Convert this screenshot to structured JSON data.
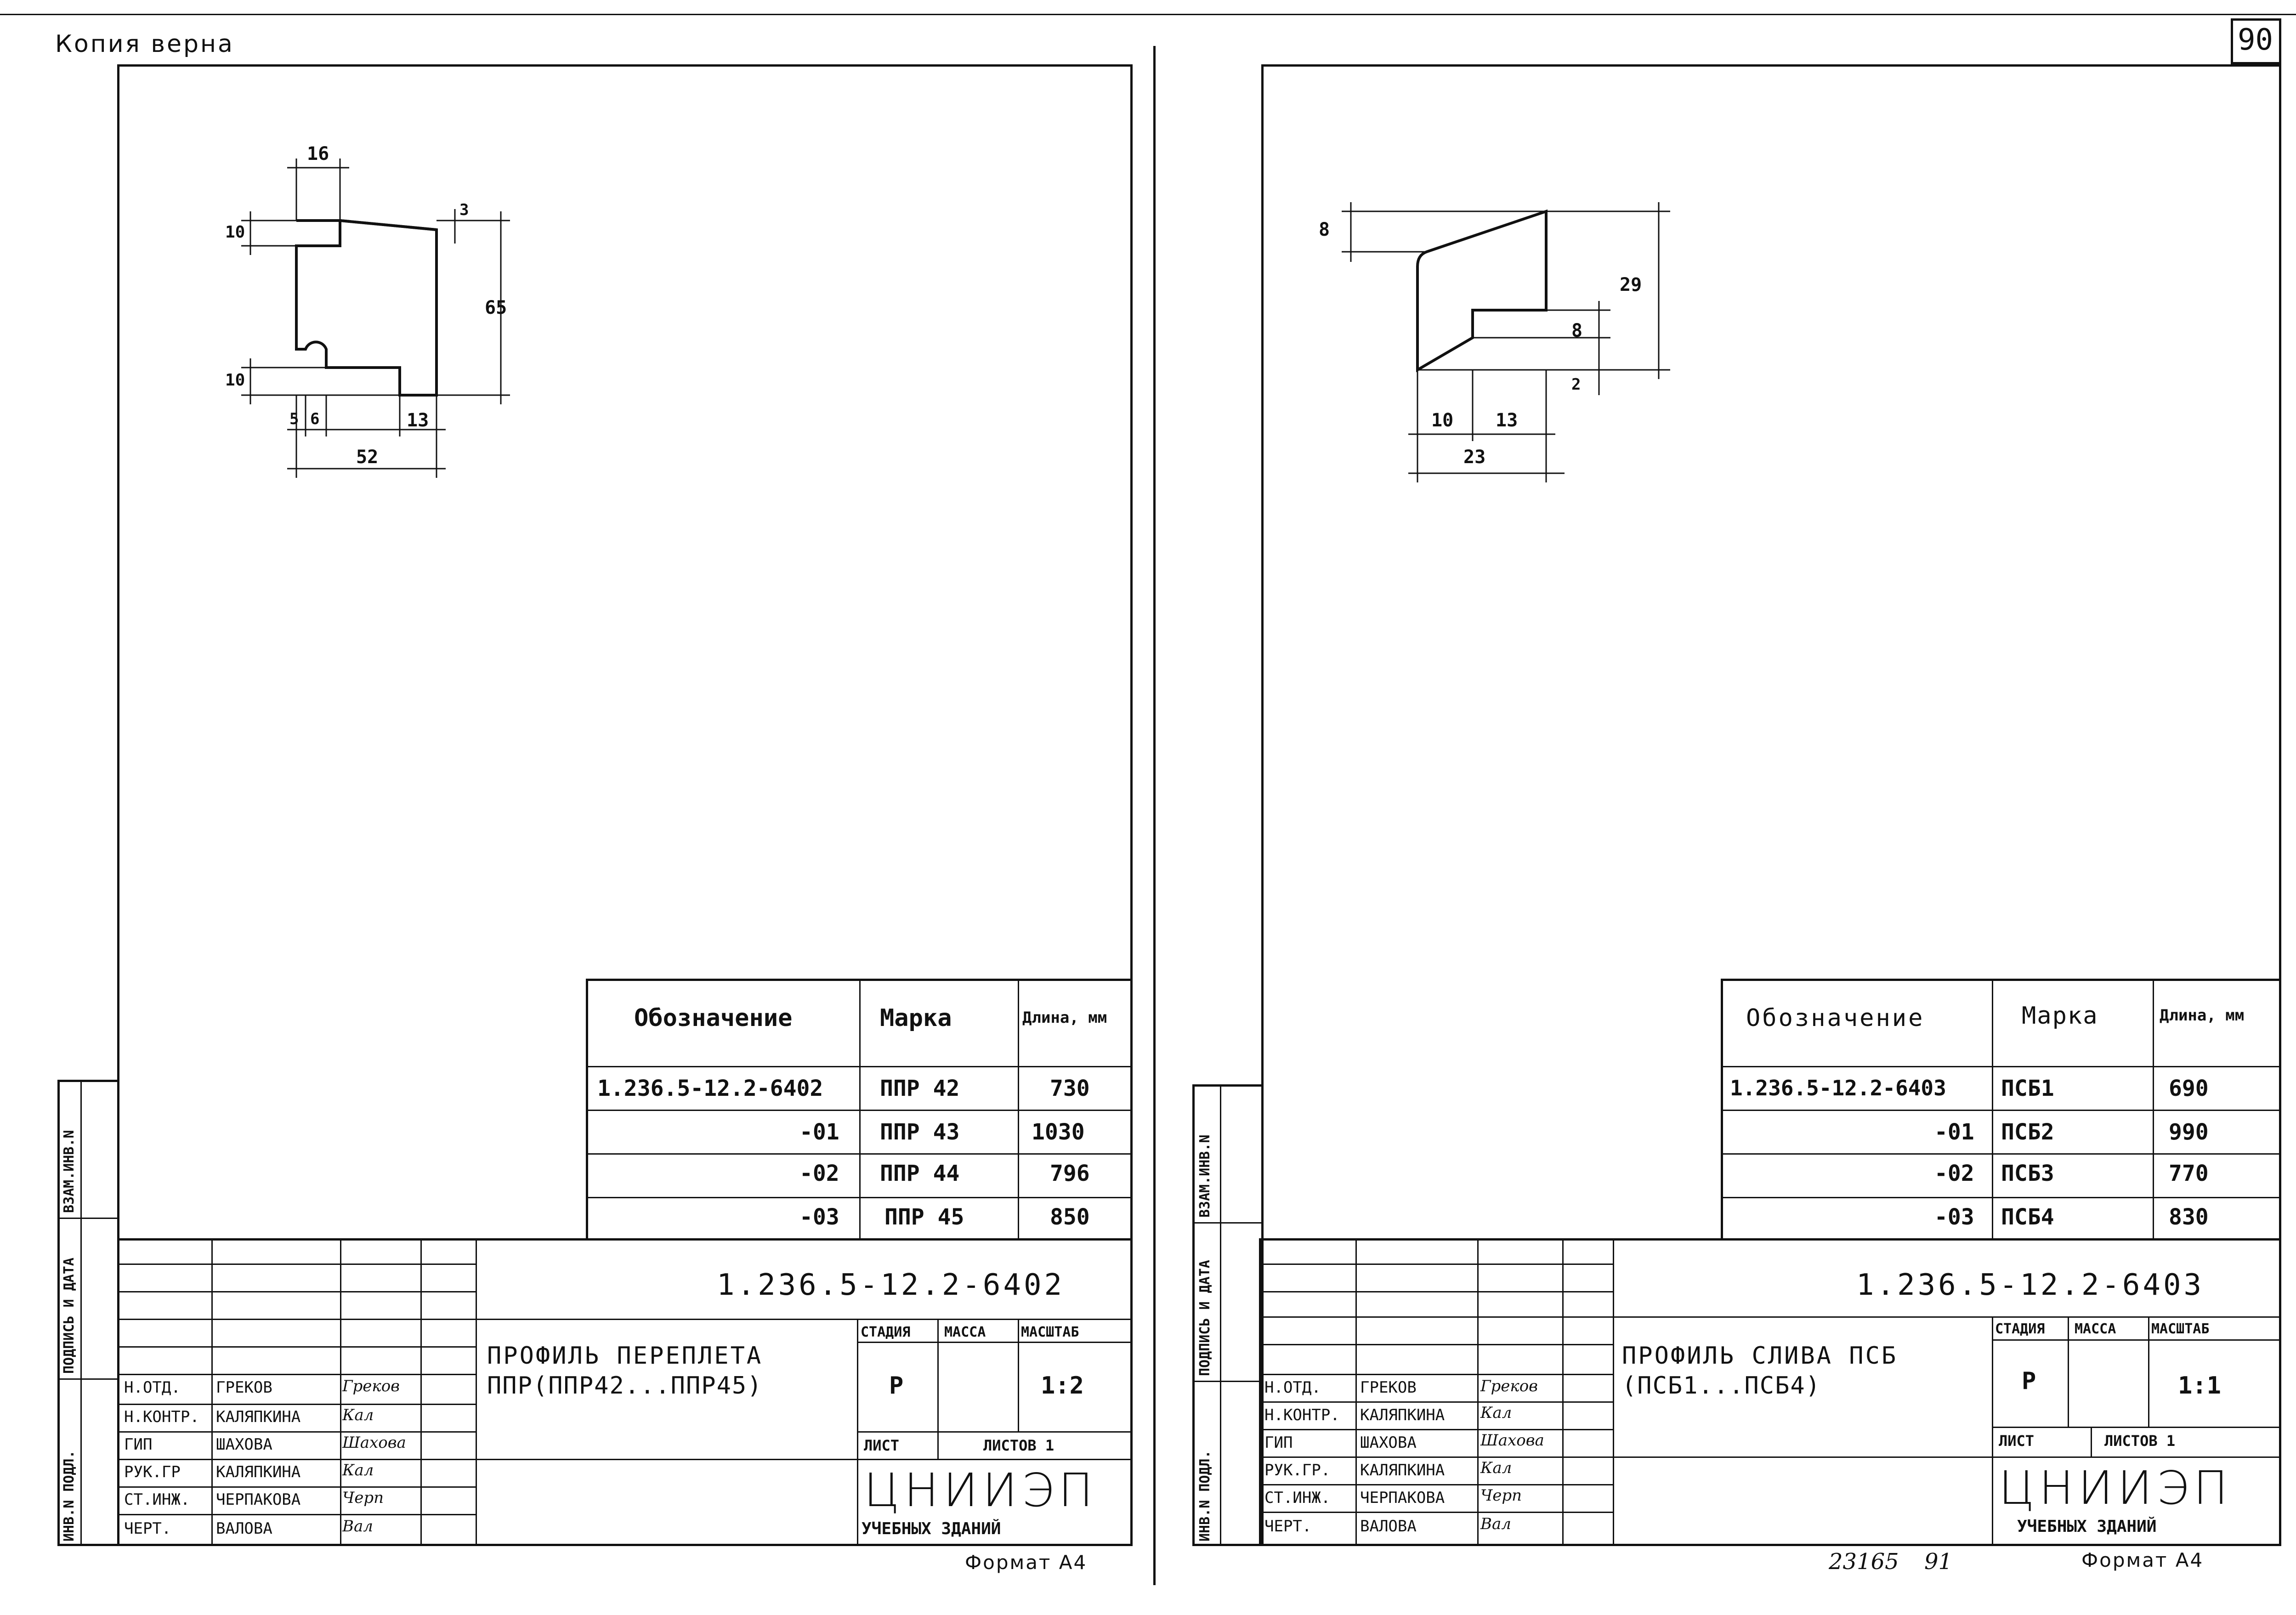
{
  "header": {
    "copy_stamp": "Копия верна",
    "page_number": "90"
  },
  "sheets": [
    {
      "id": "left",
      "designation": "1.236.5-12.2-6402",
      "title_line1": "ПРОФИЛЬ ПЕРЕПЛЕТА",
      "title_line2": "ППР(ППР42...ППР45)",
      "stage_header": "СТАДИЯ",
      "mass_header": "МАССА",
      "scale_header": "МАСШТАБ",
      "stage": "Р",
      "scale": "1:2",
      "sheet_label": "ЛИСТ",
      "sheets_label": "ЛИСТОВ 1",
      "org_logo": "ЦНИИЭП",
      "org_sub": "УЧЕБНЫХ ЗДАНИЙ",
      "format": "Формат А4",
      "table": {
        "headers": [
          "Обозначение",
          "Марка",
          "Длина, мм"
        ],
        "rows": [
          [
            "1.236.5-12.2-6402",
            "ППР 42",
            "730"
          ],
          [
            "-01",
            "ППР 43",
            "1030"
          ],
          [
            "-02",
            "ППР 44",
            "796"
          ],
          [
            "-03",
            "ППР 45",
            "850"
          ]
        ]
      },
      "roles": [
        {
          "role": "Н.ОТД.",
          "name": "ГРЕКОВ",
          "sign": "Греков"
        },
        {
          "role": "Н.КОНТР.",
          "name": "КАЛЯПКИНА",
          "sign": "Кал"
        },
        {
          "role": "ГИП",
          "name": "ШАХОВА",
          "sign": "Шахова"
        },
        {
          "role": "РУК.ГР",
          "name": "КАЛЯПКИНА",
          "sign": "Кал"
        },
        {
          "role": "СТ.ИНЖ.",
          "name": "ЧЕРПАКОВА",
          "sign": "Черп"
        },
        {
          "role": "ЧЕРТ.",
          "name": "ВАЛОВА",
          "sign": "Вал"
        }
      ],
      "side_labels": [
        "ИНВ.N ПОДЛ.",
        "ПОДПИСЬ И ДАТА",
        "ВЗАМ.ИНВ.N"
      ],
      "dims": [
        "16",
        "3",
        "10",
        "65",
        "10",
        "5",
        "6",
        "13",
        "52"
      ]
    },
    {
      "id": "right",
      "designation": "1.236.5-12.2-6403",
      "title_line1": "ПРОФИЛЬ СЛИВА ПСБ",
      "title_line2": "(ПСБ1...ПСБ4)",
      "stage_header": "СТАДИЯ",
      "mass_header": "МАССА",
      "scale_header": "МАСШТАБ",
      "stage": "Р",
      "scale": "1:1",
      "sheet_label": "ЛИСТ",
      "sheets_label": "ЛИСТОВ 1",
      "org_logo": "ЦНИИЭП",
      "org_sub": "УЧЕБНЫХ ЗДАНИЙ",
      "format": "Формат А4",
      "table": {
        "headers": [
          "Обозначение",
          "Марка",
          "Длина, мм"
        ],
        "rows": [
          [
            "1.236.5-12.2-6403",
            "ПСБ1",
            "690"
          ],
          [
            "-01",
            "ПСБ2",
            "990"
          ],
          [
            "-02",
            "ПСБ3",
            "770"
          ],
          [
            "-03",
            "ПСБ4",
            "830"
          ]
        ]
      },
      "roles": [
        {
          "role": "Н.ОТД.",
          "name": "ГРЕКОВ",
          "sign": "Греков"
        },
        {
          "role": "Н.КОНТР.",
          "name": "КАЛЯПКИНА",
          "sign": "Кал"
        },
        {
          "role": "ГИП",
          "name": "ШАХОВА",
          "sign": "Шахова"
        },
        {
          "role": "РУК.ГР.",
          "name": "КАЛЯПКИНА",
          "sign": "Кал"
        },
        {
          "role": "СТ.ИНЖ.",
          "name": "ЧЕРПАКОВА",
          "sign": "Черп"
        },
        {
          "role": "ЧЕРТ.",
          "name": "ВАЛОВА",
          "sign": "Вал"
        }
      ],
      "side_labels": [
        "ИНВ.N ПОДЛ.",
        "ПОДПИСЬ И ДАТА",
        "ВЗАМ.ИНВ.N"
      ],
      "dims": [
        "8",
        "29",
        "8",
        "2",
        "10",
        "13",
        "23"
      ],
      "footer_number": "23165 91"
    }
  ]
}
